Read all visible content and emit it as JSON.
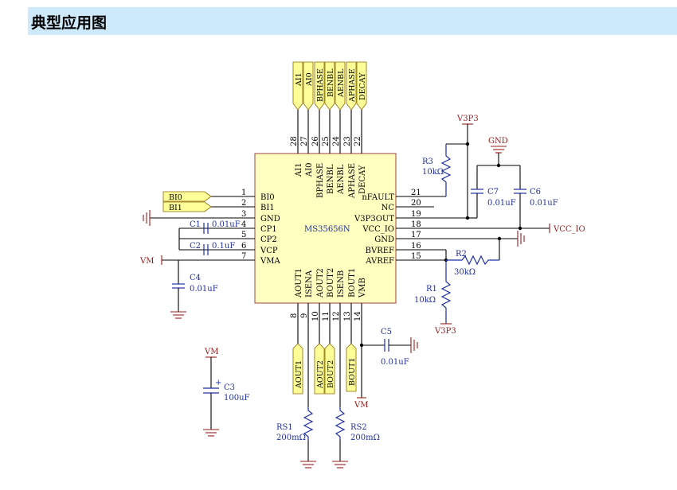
{
  "header": {
    "title": "典型应用图"
  },
  "chip": {
    "name": "MS35656N",
    "left_pins": [
      {
        "num": "1",
        "name": "BI0"
      },
      {
        "num": "2",
        "name": "BI1"
      },
      {
        "num": "3",
        "name": "GND"
      },
      {
        "num": "4",
        "name": "CP1"
      },
      {
        "num": "5",
        "name": "CP2"
      },
      {
        "num": "6",
        "name": "VCP"
      },
      {
        "num": "7",
        "name": "VMA"
      }
    ],
    "right_pins": [
      {
        "num": "21",
        "name": "nFAULT"
      },
      {
        "num": "20",
        "name": "NC"
      },
      {
        "num": "19",
        "name": "V3P3OUT"
      },
      {
        "num": "18",
        "name": "VCC_IO"
      },
      {
        "num": "17",
        "name": "GND"
      },
      {
        "num": "16",
        "name": "BVREF"
      },
      {
        "num": "15",
        "name": "AVREF"
      }
    ],
    "top_pins": [
      {
        "num": "28",
        "name": "AI1"
      },
      {
        "num": "27",
        "name": "AI0"
      },
      {
        "num": "26",
        "name": "BPHASE"
      },
      {
        "num": "25",
        "name": "BENBL"
      },
      {
        "num": "24",
        "name": "AENBL"
      },
      {
        "num": "23",
        "name": "APHASE"
      },
      {
        "num": "22",
        "name": "DECAY"
      }
    ],
    "bottom_pins": [
      {
        "num": "8",
        "name": "AOUT1"
      },
      {
        "num": "9",
        "name": "ISENA"
      },
      {
        "num": "10",
        "name": "AOUT2"
      },
      {
        "num": "11",
        "name": "BOUT2"
      },
      {
        "num": "12",
        "name": "ISENB"
      },
      {
        "num": "13",
        "name": "BOUT1"
      },
      {
        "num": "14",
        "name": "VMB"
      }
    ]
  },
  "ports": {
    "top": [
      "AI1",
      "AI0",
      "BPHASE",
      "BENBL",
      "AENBL",
      "APHASE",
      "DECAY"
    ],
    "left": [
      "BI0",
      "BI1"
    ],
    "bottom": [
      "AOUT1",
      "AOUT2",
      "BOUT2",
      "BOUT1"
    ]
  },
  "components": {
    "c1": {
      "ref": "C1",
      "value": "0.01uF"
    },
    "c2": {
      "ref": "C2",
      "value": "0.1uF"
    },
    "c3": {
      "ref": "C3",
      "value": "100uF",
      "plus": "+"
    },
    "c4": {
      "ref": "C4",
      "value": "0.01uF"
    },
    "c5": {
      "ref": "C5",
      "value": "0.01uF"
    },
    "c6": {
      "ref": "C6",
      "value": "0.01uF"
    },
    "c7": {
      "ref": "C7",
      "value": "0.01uF"
    },
    "r1": {
      "ref": "R1",
      "value": "10kΩ"
    },
    "r2": {
      "ref": "R2",
      "value": "30kΩ"
    },
    "r3": {
      "ref": "R3",
      "value": "10kΩ"
    },
    "rs1": {
      "ref": "RS1",
      "value": "200mΩ"
    },
    "rs2": {
      "ref": "RS2",
      "value": "200mΩ"
    }
  },
  "power": {
    "vm": "VM",
    "v3p3": "V3P3",
    "gnd": "GND",
    "vcc_io": "VCC_IO"
  },
  "colors": {
    "title_bg": "#cde9fb",
    "chip_fill": "#ffffc0",
    "chip_border": "#a04040",
    "port_fill": "#ffff99",
    "power_red": "#9a1b1b",
    "part_blue": "#1f2fa0"
  }
}
